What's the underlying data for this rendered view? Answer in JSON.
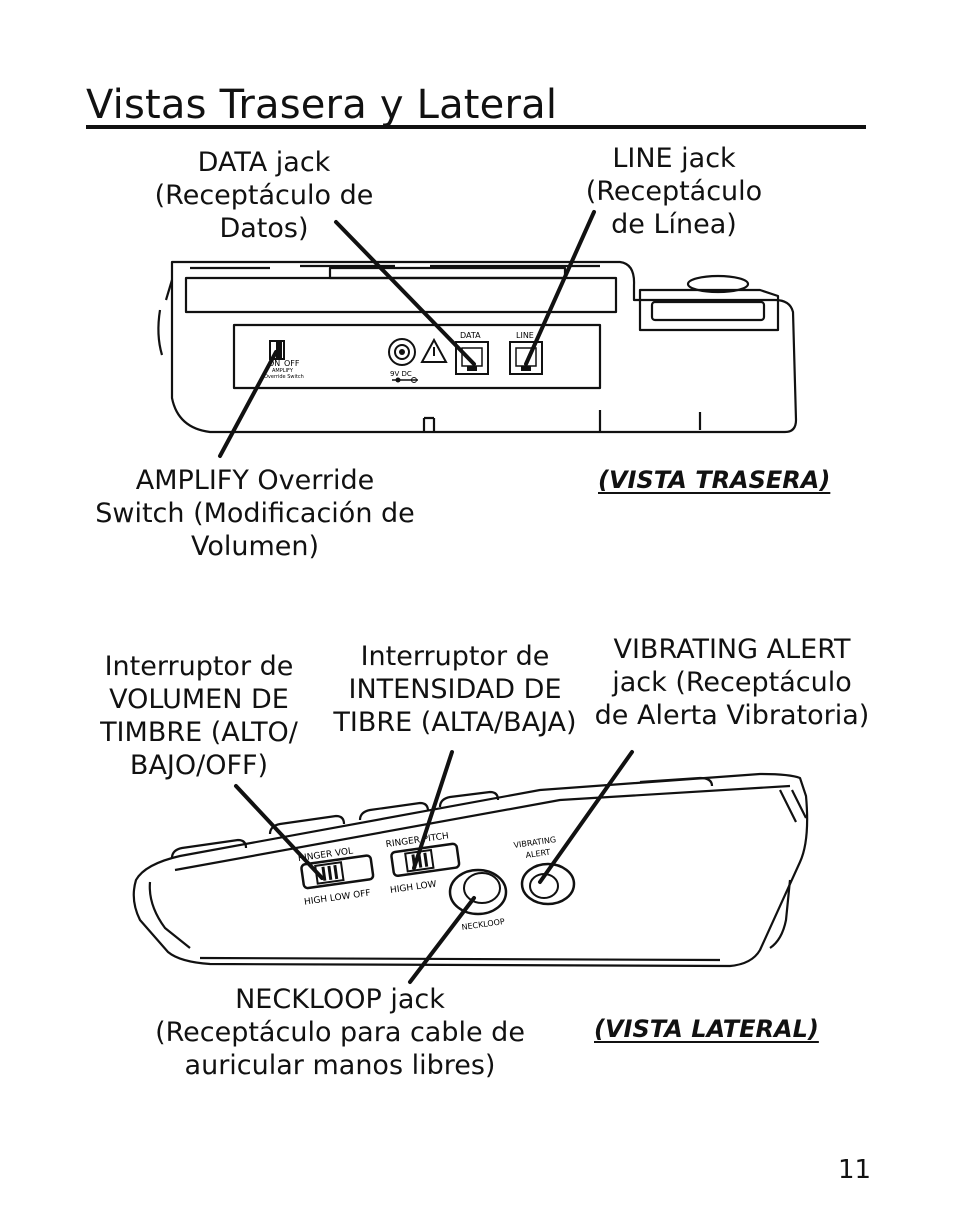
{
  "page": {
    "title": "Vistas Trasera y Lateral",
    "page_number": "11"
  },
  "rear": {
    "view_caption": "(VISTA TRASERA)",
    "label_data": "DATA jack\n(Receptáculo de\nDatos)",
    "label_line": "LINE jack\n(Receptáculo\nde Línea)",
    "label_amplify": "AMPLIFY Override\nSwitch (Modificación de\nVolumen)",
    "panel_data": "DATA",
    "panel_line": "LINE",
    "panel_on": "ON",
    "panel_off": "OFF",
    "panel_amplify": "AMPLIFY",
    "panel_override": "Override Switch",
    "panel_dc": "9V DC"
  },
  "side": {
    "view_caption": "(VISTA LATERAL)",
    "label_volume": "Interruptor de\nVOLUMEN DE\nTIMBRE (ALTO/\nBAJO/OFF)",
    "label_pitch": "Interruptor de\nINTENSIDAD DE\nTIBRE (ALTA/BAJA)",
    "label_vibrating": "VIBRATING ALERT\njack (Receptáculo\nde Alerta Vibratoria)",
    "label_neckloop": "NECKLOOP jack\n(Receptáculo para cable de\nauricular manos libres)",
    "panel_ringer_vol": "RINGER VOL",
    "panel_ringer_pitch": "RINGER PITCH",
    "panel_vibrating": "VIBRATING",
    "panel_alert": "ALERT",
    "panel_vol_opts": "HIGH  LOW  OFF",
    "panel_pitch_opts": "HIGH  LOW",
    "panel_neckloop": "NECKLOOP"
  }
}
